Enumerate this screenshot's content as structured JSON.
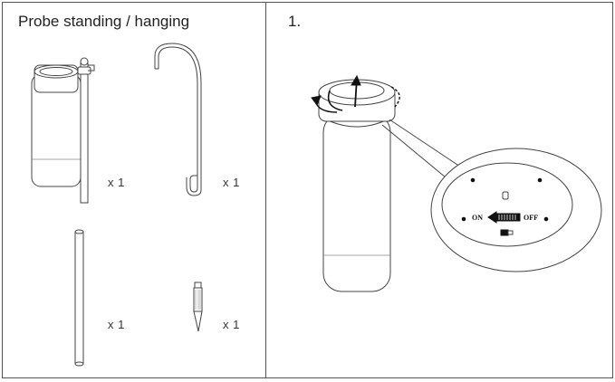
{
  "left_panel": {
    "title": "Probe standing / hanging",
    "quantities": [
      "x 1",
      "x 1",
      "x 1",
      "x 1"
    ]
  },
  "right_panel": {
    "step_number": "1.",
    "switch_on_label": "ON",
    "switch_off_label": "OFF"
  }
}
